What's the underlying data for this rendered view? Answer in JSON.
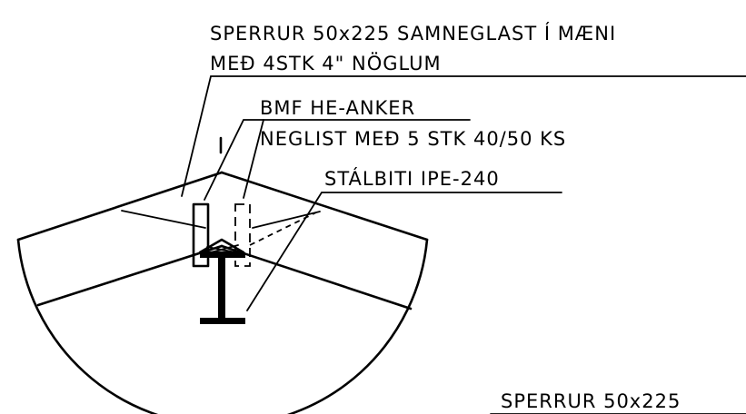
{
  "labels": {
    "rafter_spec_line1": "SPERRUR 50x225 SAMNEGLAST Í MÆNI",
    "rafter_spec_line2": "MEÐ 4STK 4\" NÖGLUM",
    "anchor_line1": "BMF HE-ANKER",
    "anchor_line2": "NEGLIST MEÐ 5 STK 40/50 KS",
    "steel_beam": "STÁLBITI IPE-240",
    "rafter_bottom": "SPERRUR 50x225"
  }
}
